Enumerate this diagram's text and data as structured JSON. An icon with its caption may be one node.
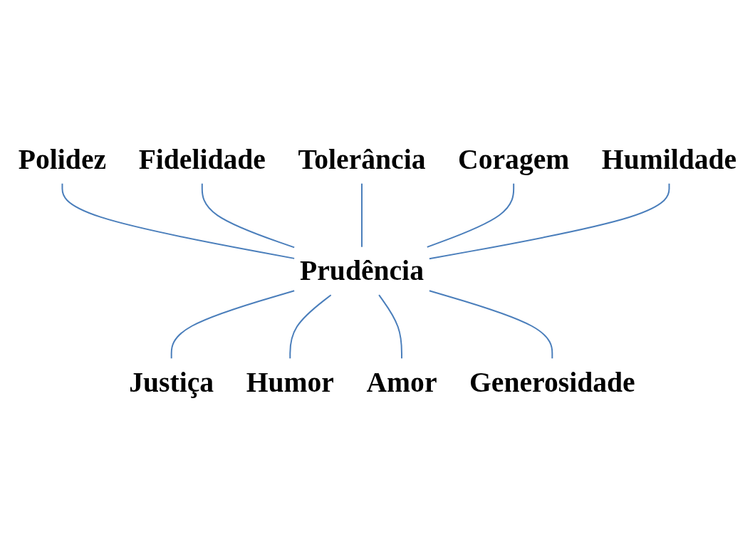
{
  "diagram": {
    "nodes": [
      {
        "text": [
          "Polidez"
        ]
      },
      {
        "text": [
          "Fidelidade"
        ]
      },
      {
        "text": [
          "Tolerância"
        ]
      },
      {
        "text": [
          "Coragem"
        ]
      },
      {
        "text": [
          "Prudência"
        ]
      },
      {
        "text": [
          "Humildade"
        ]
      },
      {
        "text": [
          "Justiça"
        ]
      },
      {
        "text": [
          "Humor"
        ]
      },
      {
        "text": [
          "Amor"
        ]
      },
      {
        "text": [
          "Generosidade"
        ]
      }
    ],
    "edges": [
      {
        "from": 0,
        "to": 4,
        "arrow": "none"
      },
      {
        "from": 1,
        "to": 4,
        "arrow": "none"
      },
      {
        "from": 2,
        "to": 4,
        "arrow": "none"
      },
      {
        "from": 3,
        "to": 4,
        "arrow": "none"
      },
      {
        "from": 5,
        "to": 4,
        "arrow": "none"
      },
      {
        "from": 4,
        "to": 6,
        "arrow": "none"
      },
      {
        "from": 4,
        "to": 7,
        "arrow": "none"
      },
      {
        "from": 4,
        "to": 8,
        "arrow": "none"
      },
      {
        "from": 4,
        "to": 9,
        "arrow": "none"
      }
    ]
  }
}
